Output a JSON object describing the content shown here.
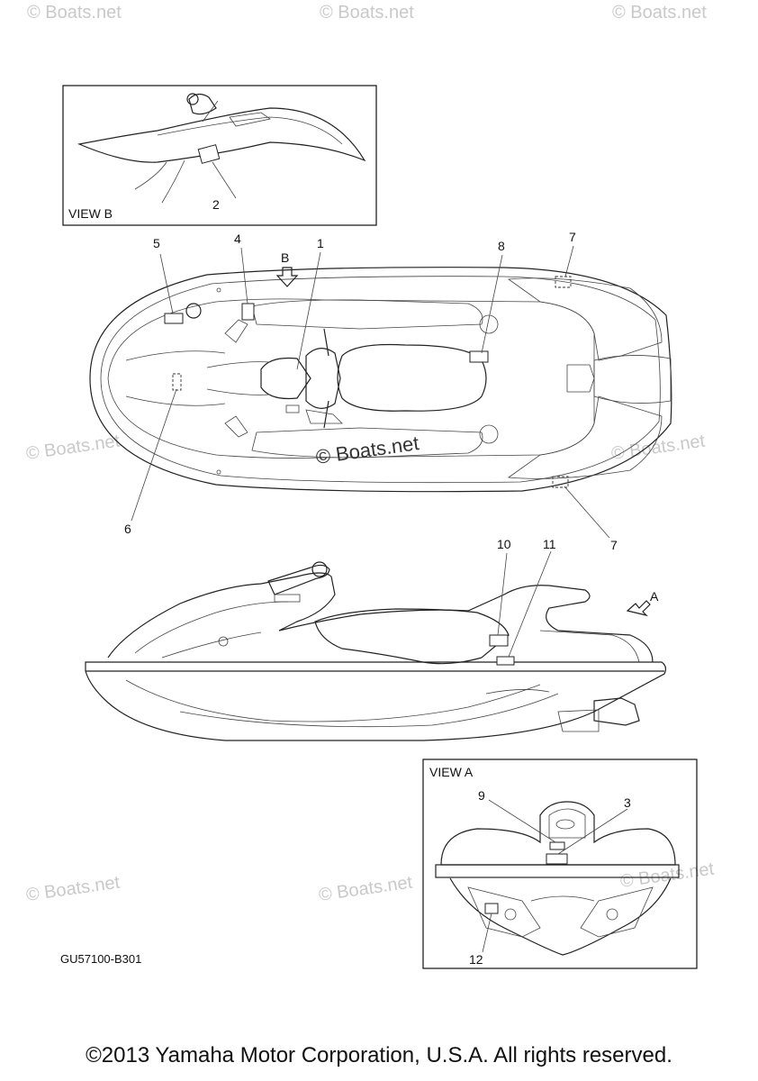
{
  "watermarks": [
    "© Boats.net",
    "© Boats.net",
    "© Boats.net",
    "© Boats.net",
    "© Boats.net",
    "© Boats.net",
    "© Boats.net",
    "© Boats.net"
  ],
  "center_watermark": "© Boats.net",
  "views": {
    "view_b": "VIEW B",
    "view_a": "VIEW A",
    "arrow_b": "B",
    "arrow_a": "A"
  },
  "callouts": {
    "c1": "1",
    "c2": "2",
    "c3": "3",
    "c4": "4",
    "c5": "5",
    "c6": "6",
    "c7a": "7",
    "c7b": "7",
    "c8": "8",
    "c9": "9",
    "c10": "10",
    "c11": "11",
    "c12": "12"
  },
  "diagram_code": "GU57100-B301",
  "copyright": "©2013 Yamaha Motor Corporation, U.S.A. All rights reserved."
}
